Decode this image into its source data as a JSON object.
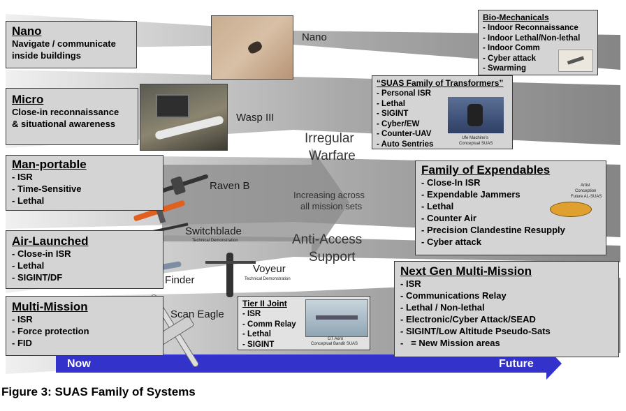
{
  "boxes": {
    "nano": {
      "title": "Nano",
      "lines": [
        "Navigate / communicate",
        "inside buildings"
      ]
    },
    "micro": {
      "title": "Micro",
      "lines": [
        "Close-in reconnaissance",
        "& situational awareness"
      ]
    },
    "manportable": {
      "title": "Man-portable",
      "items": [
        "ISR",
        "Time-Sensitive",
        "Lethal"
      ]
    },
    "airlaunched": {
      "title": "Air-Launched",
      "items": [
        "Close-in ISR",
        "Lethal",
        "SIGINT/DF"
      ]
    },
    "multimission": {
      "title": "Multi-Mission",
      "items": [
        "ISR",
        "Force protection",
        "FID"
      ]
    },
    "biomech": {
      "title": "Bio-Mechanicals",
      "items": [
        "Indoor Reconnaissance",
        "Indoor Lethal/Non-lethal",
        "Indoor Comm",
        "Cyber attack",
        "Swarming"
      ]
    },
    "transformers": {
      "title": "“SUAS Family of Transformers”",
      "items": [
        "Personal ISR",
        "Lethal",
        "SIGINT",
        "Cyber/EW",
        "Counter-UAV",
        "Auto Sentries"
      ]
    },
    "expendables": {
      "title": "Family of Expendables",
      "items": [
        "Close-In ISR",
        "Expendable Jammers",
        "Lethal",
        "Counter Air",
        "Precision Clandestine Resupply",
        "Cyber attack"
      ]
    },
    "nextgen": {
      "title": "Next Gen Multi-Mission",
      "items": [
        "ISR",
        "Communications Relay",
        "Lethal / Non-lethal",
        "Electronic/Cyber Attack/SEAD",
        "SIGINT/Low Altitude Pseudo-Sats"
      ],
      "last": "  = New Mission areas"
    },
    "tier2": {
      "title": "Tier II Joint",
      "items": [
        "ISR",
        "Comm Relay",
        "Lethal",
        "SIGINT"
      ]
    }
  },
  "labels": {
    "nano": "Nano",
    "wasp": "Wasp III",
    "raven": "Raven B",
    "switchblade": "Switchblade",
    "finder": "Finder",
    "voyeur": "Voyeur",
    "scaneagle": "Scan Eagle",
    "tech_demo": "Technical Demonstration"
  },
  "captions": {
    "ufe": "Ufe Machine's",
    "ufe2": "Conceptual SUAS",
    "artist": "Artist",
    "artist2": "Conception",
    "artist3": "Future AL-SUAS",
    "gt": "GT Aero",
    "gt2": "Conceptual Bandit SUAS"
  },
  "center": {
    "irregular": "Irregular",
    "warfare": "Warfare",
    "increasing": "Increasing across",
    "allmission": "all mission sets",
    "anti": "Anti-Access",
    "support": "Support"
  },
  "timeline": {
    "now": "Now",
    "future": "Future"
  },
  "caption": "Figure 3: SUAS Family of Systems",
  "colors": {
    "arrow": "#3333cc",
    "box": "#d4d4d4",
    "wedge": "#7a7a7a"
  }
}
